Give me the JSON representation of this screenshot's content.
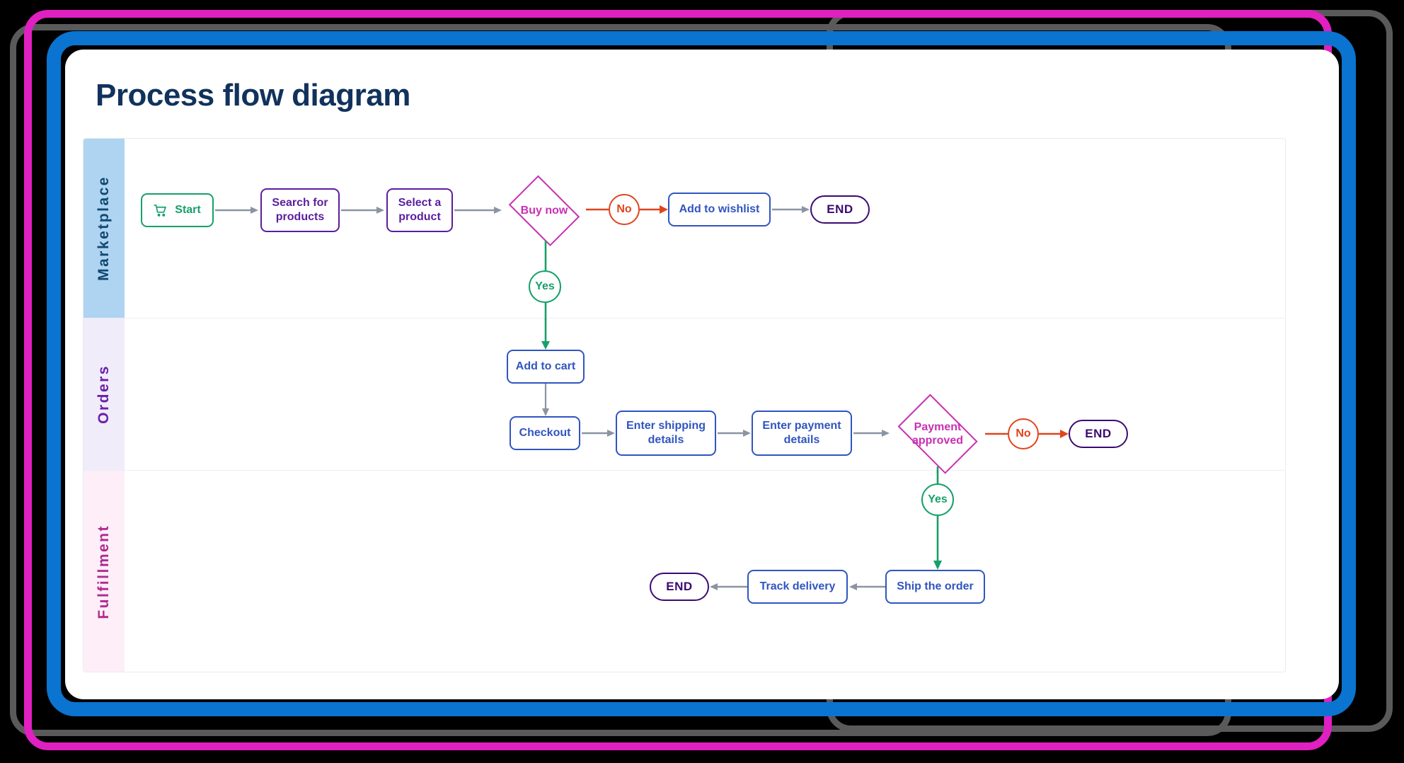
{
  "page": {
    "title": "Process flow diagram"
  },
  "colors": {
    "background": "#000000",
    "frame_gray": "#5a5a5a",
    "frame_magenta": "#e020c0",
    "frame_blue": "#0a74d0",
    "card": "#ffffff",
    "title": "#11325c",
    "green": "#17a06a",
    "purple": "#5b1e9e",
    "blue": "#3055c0",
    "magenta": "#c82fb4",
    "orange_red": "#e0441c",
    "end_purple": "#3b0a72",
    "arrow_gray": "#8b94a3"
  },
  "diagram": {
    "type": "swimlane-flowchart",
    "lanes": [
      {
        "id": "marketplace",
        "label": "Marketplace",
        "header_bg": "#aed4f2",
        "label_color": "#11496f"
      },
      {
        "id": "orders",
        "label": "Orders",
        "header_bg": "#f1ecfa",
        "label_color": "#6b21a8"
      },
      {
        "id": "fulfillment",
        "label": "Fulfillment",
        "header_bg": "#fdeef8",
        "label_color": "#b02a8f"
      }
    ],
    "nodes": [
      {
        "id": "start",
        "lane": "marketplace",
        "shape": "rounded-rect",
        "label": "Start",
        "icon": "shopping-cart-icon",
        "color": "green"
      },
      {
        "id": "search-products",
        "lane": "marketplace",
        "shape": "rounded-rect",
        "label": "Search for products",
        "color": "purple"
      },
      {
        "id": "select-product",
        "lane": "marketplace",
        "shape": "rounded-rect",
        "label": "Select a product",
        "color": "purple"
      },
      {
        "id": "buy-now",
        "lane": "marketplace",
        "shape": "diamond",
        "label": "Buy now",
        "color": "magenta"
      },
      {
        "id": "no-1",
        "lane": "marketplace",
        "shape": "circle",
        "label": "No",
        "color": "orange_red"
      },
      {
        "id": "add-to-wishlist",
        "lane": "marketplace",
        "shape": "rounded-rect",
        "label": "Add to wishlist",
        "color": "blue"
      },
      {
        "id": "end-1",
        "lane": "marketplace",
        "shape": "pill",
        "label": "END",
        "color": "end_purple"
      },
      {
        "id": "yes-1",
        "lane": "marketplace",
        "shape": "circle",
        "label": "Yes",
        "color": "green"
      },
      {
        "id": "add-to-cart",
        "lane": "orders",
        "shape": "rounded-rect",
        "label": "Add to cart",
        "color": "blue"
      },
      {
        "id": "checkout",
        "lane": "orders",
        "shape": "rounded-rect",
        "label": "Checkout",
        "color": "blue"
      },
      {
        "id": "shipping-details",
        "lane": "orders",
        "shape": "rounded-rect",
        "label": "Enter shipping details",
        "color": "blue"
      },
      {
        "id": "payment-details",
        "lane": "orders",
        "shape": "rounded-rect",
        "label": "Enter payment details",
        "color": "blue"
      },
      {
        "id": "payment-approved",
        "lane": "orders",
        "shape": "diamond",
        "label": "Payment approved",
        "color": "magenta"
      },
      {
        "id": "no-2",
        "lane": "orders",
        "shape": "circle",
        "label": "No",
        "color": "orange_red"
      },
      {
        "id": "end-2",
        "lane": "orders",
        "shape": "pill",
        "label": "END",
        "color": "end_purple"
      },
      {
        "id": "yes-2",
        "lane": "fulfillment",
        "shape": "circle",
        "label": "Yes",
        "color": "green"
      },
      {
        "id": "ship-order",
        "lane": "fulfillment",
        "shape": "rounded-rect",
        "label": "Ship the order",
        "color": "blue"
      },
      {
        "id": "track-delivery",
        "lane": "fulfillment",
        "shape": "rounded-rect",
        "label": "Track delivery",
        "color": "blue"
      },
      {
        "id": "end-3",
        "lane": "fulfillment",
        "shape": "pill",
        "label": "END",
        "color": "end_purple"
      }
    ],
    "edges": [
      {
        "from": "start",
        "to": "search-products",
        "color": "arrow_gray"
      },
      {
        "from": "search-products",
        "to": "select-product",
        "color": "arrow_gray"
      },
      {
        "from": "select-product",
        "to": "buy-now",
        "color": "arrow_gray"
      },
      {
        "from": "buy-now",
        "to": "no-1",
        "color": "orange_red"
      },
      {
        "from": "no-1",
        "to": "add-to-wishlist",
        "color": "orange_red"
      },
      {
        "from": "add-to-wishlist",
        "to": "end-1",
        "color": "arrow_gray"
      },
      {
        "from": "buy-now",
        "to": "yes-1",
        "color": "green"
      },
      {
        "from": "yes-1",
        "to": "add-to-cart",
        "color": "green"
      },
      {
        "from": "add-to-cart",
        "to": "checkout",
        "color": "arrow_gray"
      },
      {
        "from": "checkout",
        "to": "shipping-details",
        "color": "arrow_gray"
      },
      {
        "from": "shipping-details",
        "to": "payment-details",
        "color": "arrow_gray"
      },
      {
        "from": "payment-details",
        "to": "payment-approved",
        "color": "arrow_gray"
      },
      {
        "from": "payment-approved",
        "to": "no-2",
        "color": "orange_red"
      },
      {
        "from": "no-2",
        "to": "end-2",
        "color": "orange_red"
      },
      {
        "from": "payment-approved",
        "to": "yes-2",
        "color": "green"
      },
      {
        "from": "yes-2",
        "to": "ship-order",
        "color": "green"
      },
      {
        "from": "ship-order",
        "to": "track-delivery",
        "color": "arrow_gray"
      },
      {
        "from": "track-delivery",
        "to": "end-3",
        "color": "arrow_gray"
      }
    ]
  }
}
